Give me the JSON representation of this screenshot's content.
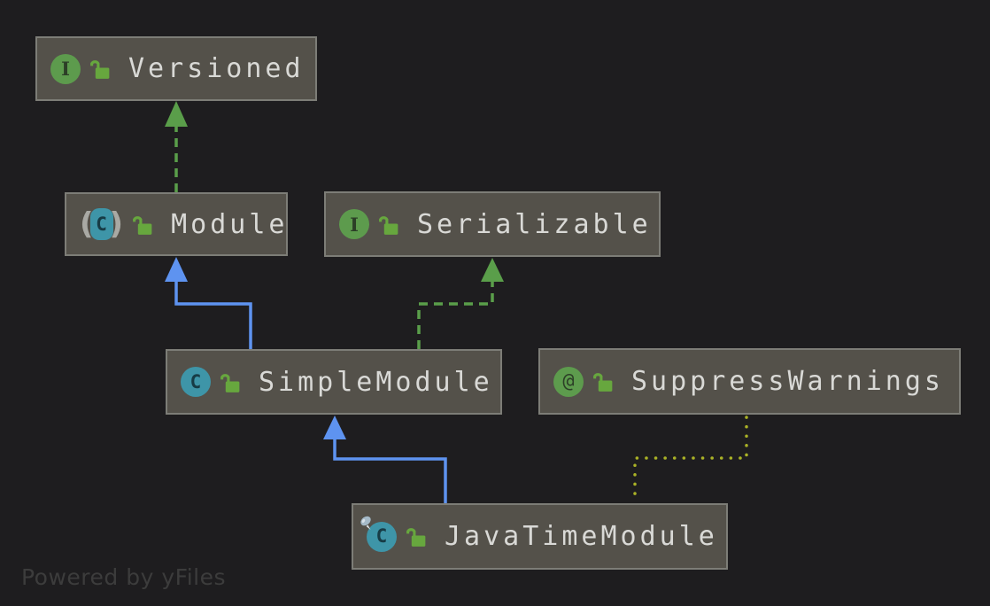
{
  "watermark": "Powered by yFiles",
  "colors": {
    "canvas_bg": "#1e1d1f",
    "node_fill": "#54514a",
    "node_border": "#7d7d77",
    "node_text": "#d9d9d6",
    "icon_green": "#5d9b4d",
    "icon_teal": "#3e95a8",
    "glyph_on_green": "#2c3f27",
    "glyph_on_teal": "#173c46",
    "lock_green": "#67a73e",
    "paren_gray": "#a9a9a4",
    "pin_head_gray": "#a5bac8",
    "pin_needle_gray": "#dfe4e8",
    "extends_blue": "#5e93f0",
    "implements_green": "#5a9e4a",
    "annotation_dot_olive": "#aab226",
    "watermark_gray": "#3c3c3c"
  },
  "icons": {
    "interface_glyph": "I",
    "class_glyph": "C",
    "annotation_glyph": "@",
    "paren_open": "(",
    "paren_close": ")"
  },
  "nodes": [
    {
      "label": "Versioned",
      "kind": "interface"
    },
    {
      "label": "Module",
      "kind": "abstract class"
    },
    {
      "label": "Serializable",
      "kind": "interface"
    },
    {
      "label": "SimpleModule",
      "kind": "class"
    },
    {
      "label": "SuppressWarnings",
      "kind": "annotation"
    },
    {
      "label": "JavaTimeModule",
      "kind": "final class"
    }
  ],
  "edges": [
    {
      "from": "Module",
      "to": "Versioned",
      "relation": "implements",
      "style": "dashed-green-arrow"
    },
    {
      "from": "SimpleModule",
      "to": "Module",
      "relation": "extends",
      "style": "solid-blue-arrow"
    },
    {
      "from": "SimpleModule",
      "to": "Serializable",
      "relation": "implements",
      "style": "dashed-green-arrow"
    },
    {
      "from": "JavaTimeModule",
      "to": "SimpleModule",
      "relation": "extends",
      "style": "solid-blue-arrow"
    },
    {
      "from": "JavaTimeModule",
      "to": "SuppressWarnings",
      "relation": "annotation",
      "style": "dotted-olive"
    }
  ]
}
